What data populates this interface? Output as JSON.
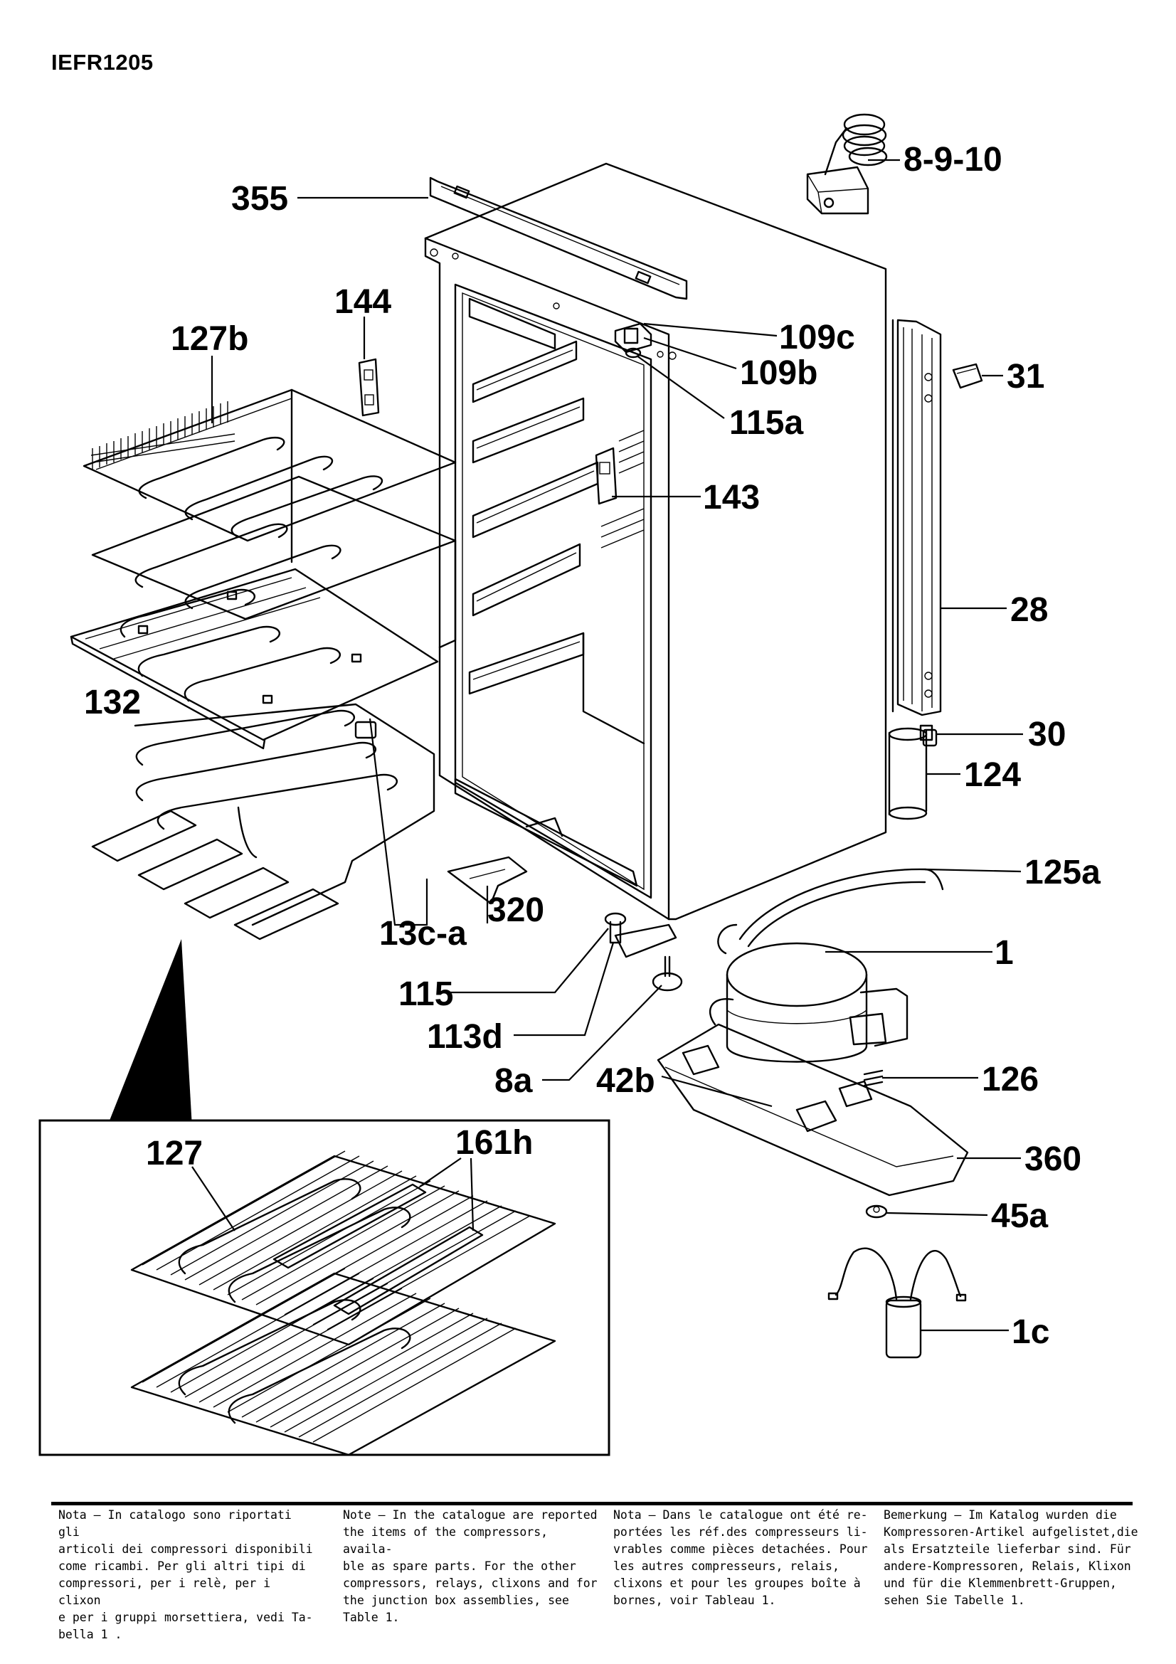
{
  "document": {
    "code": "IEFR1205"
  },
  "callouts": {
    "c_8_9_10": "8-9-10",
    "c_355": "355",
    "c_144": "144",
    "c_127b": "127b",
    "c_109c": "109c",
    "c_109b": "109b",
    "c_31": "31",
    "c_115a": "115a",
    "c_143": "143",
    "c_28": "28",
    "c_132": "132",
    "c_30": "30",
    "c_124": "124",
    "c_125a": "125a",
    "c_320": "320",
    "c_13ca": "13c-a",
    "c_1": "1",
    "c_115": "115",
    "c_113d": "113d",
    "c_8a": "8a",
    "c_42b": "42b",
    "c_126": "126",
    "c_360": "360",
    "c_45a": "45a",
    "c_1c": "1c",
    "c_127": "127",
    "c_161h": "161h"
  },
  "notes": {
    "it": "Nota – In catalogo sono riportati gli\narticoli dei compressori disponibili\ncome ricambi. Per gli altri tipi di\ncompressori, per i relè, per i clixon\ne per i gruppi morsettiera, vedi Ta-\nbella 1 .",
    "en": "Note – In the catalogue are reported\nthe items of the compressors, availa-\nble as spare parts. For the other\ncompressors, relays, clixons and for\nthe junction box assemblies, see\nTable 1.",
    "fr": "Nota – Dans le catalogue ont été re-\nportées les réf.des compresseurs li-\nvrables comme pièces detachées. Pour\nles autres compresseurs, relais,\nclixons et pour les groupes boîte à\nbornes, voir Tableau 1.",
    "de": "Bemerkung – Im Katalog wurden die\nKompressoren-Artikel aufgelistet,die\nals Ersatzteile lieferbar sind. Für\nandere-Kompressoren, Relais, Klixon\nund für die Klemmenbrett-Gruppen,\nsehen Sie Tabelle 1."
  }
}
